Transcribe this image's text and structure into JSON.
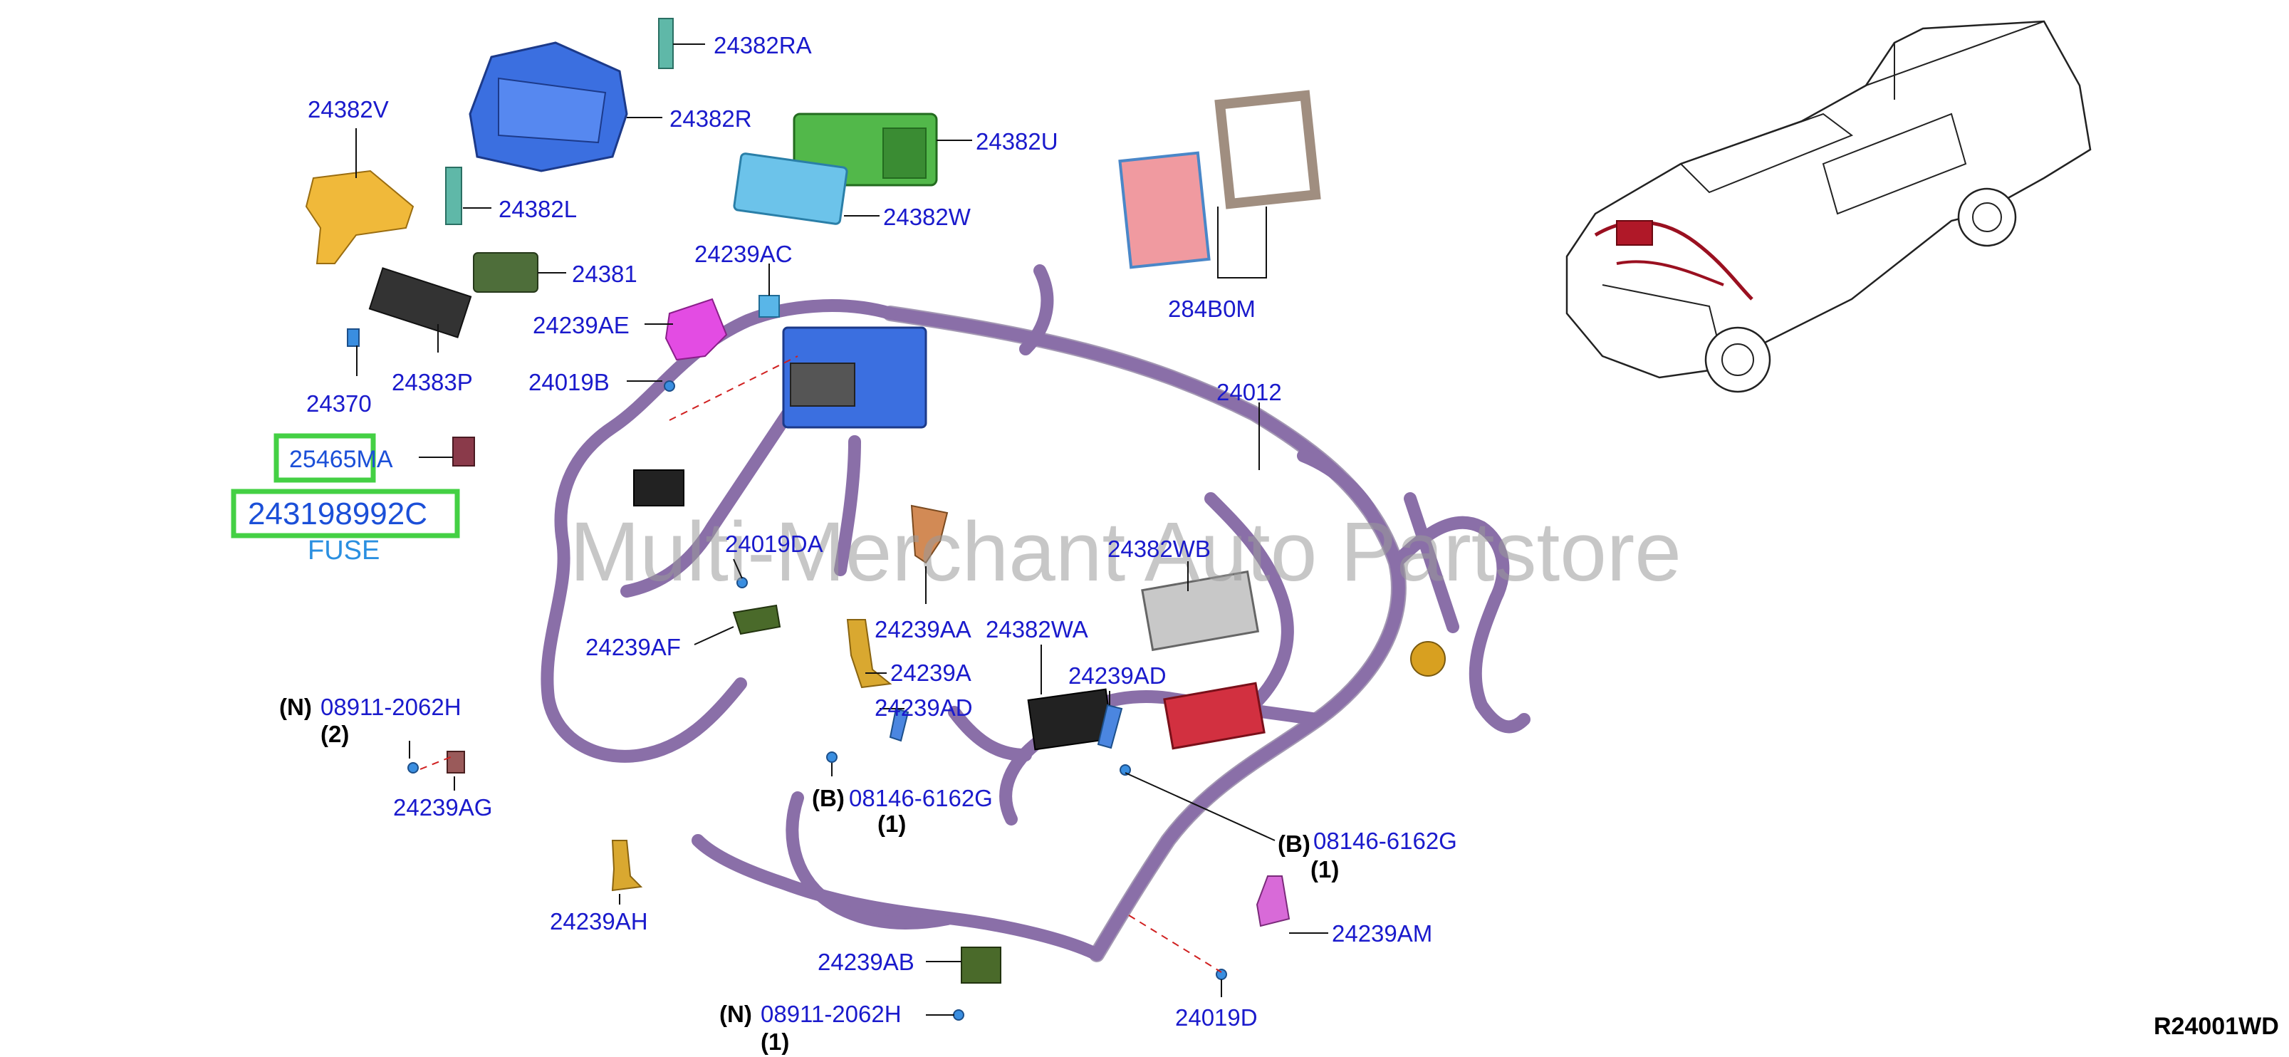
{
  "diagram_code": "R24001WD",
  "watermark": "Multi-Merchant Auto Partstore",
  "highlighted_parts": [
    {
      "id": "25465MA"
    },
    {
      "id": "243198992C",
      "caption": "FUSE"
    }
  ],
  "parts": [
    {
      "key": "p24382RA",
      "label": "24382RA"
    },
    {
      "key": "p24382R",
      "label": "24382R"
    },
    {
      "key": "p24382V",
      "label": "24382V"
    },
    {
      "key": "p24382U",
      "label": "24382U"
    },
    {
      "key": "p24382L",
      "label": "24382L"
    },
    {
      "key": "p24382W",
      "label": "24382W"
    },
    {
      "key": "p24381",
      "label": "24381"
    },
    {
      "key": "p24239AC",
      "label": "24239AC"
    },
    {
      "key": "p284B0M",
      "label": "284B0M"
    },
    {
      "key": "p24239AE",
      "label": "24239AE"
    },
    {
      "key": "p24370",
      "label": "24370"
    },
    {
      "key": "p24383P",
      "label": "24383P"
    },
    {
      "key": "p24019B",
      "label": "24019B"
    },
    {
      "key": "p24012",
      "label": "24012"
    },
    {
      "key": "p24019DA",
      "label": "24019DA"
    },
    {
      "key": "p24382WB",
      "label": "24382WB"
    },
    {
      "key": "p24239AF",
      "label": "24239AF"
    },
    {
      "key": "p24239AA",
      "label": "24239AA"
    },
    {
      "key": "p24382WA",
      "label": "24382WA"
    },
    {
      "key": "p24239A",
      "label": "24239A"
    },
    {
      "key": "p24239AD_1",
      "label": "24239AD"
    },
    {
      "key": "p24239AD_2",
      "label": "24239AD"
    },
    {
      "key": "p24239AG",
      "label": "24239AG"
    },
    {
      "key": "p24239AH",
      "label": "24239AH"
    },
    {
      "key": "p24239AM",
      "label": "24239AM"
    },
    {
      "key": "p24239AB",
      "label": "24239AB"
    },
    {
      "key": "p24019D",
      "label": "24019D"
    }
  ],
  "fasteners": [
    {
      "key": "f1",
      "prefix": "(N)",
      "label": "08911-2062H",
      "qty": "(2)"
    },
    {
      "key": "f2",
      "prefix": "(B)",
      "label": "08146-6162G",
      "qty": "(1)"
    },
    {
      "key": "f3",
      "prefix": "(B)",
      "label": "08146-6162G",
      "qty": "(1)"
    },
    {
      "key": "f4",
      "prefix": "(N)",
      "label": "08911-2062H",
      "qty": "(1)"
    }
  ]
}
